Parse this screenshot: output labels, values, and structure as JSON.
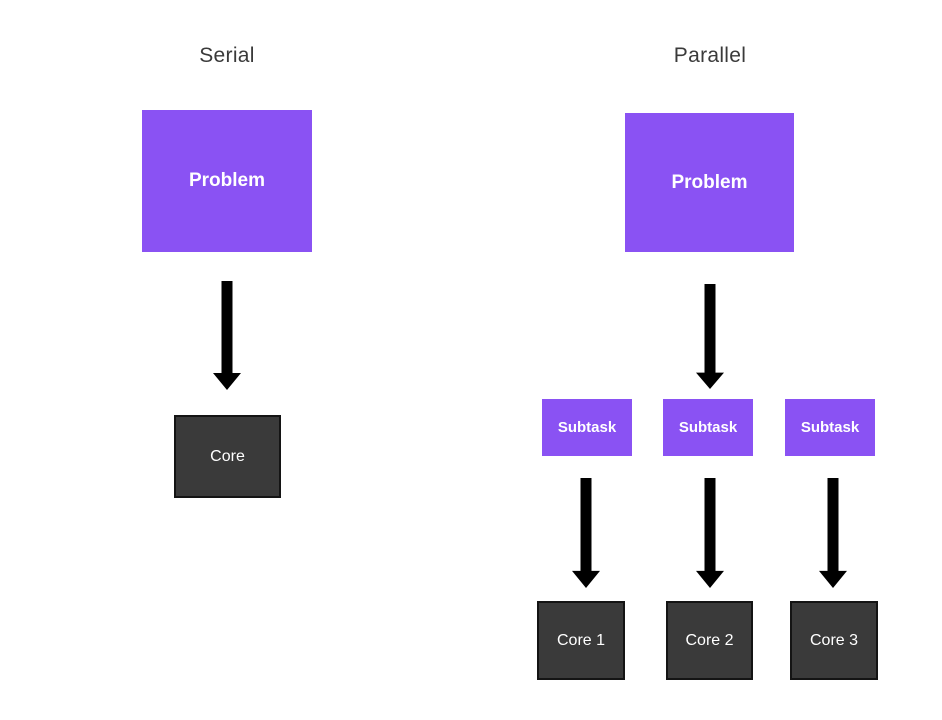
{
  "diagram": {
    "colors": {
      "problem_fill": "#8a52f3",
      "core_fill": "#3a3a3a",
      "core_border": "#141414",
      "arrow_color": "#000000",
      "title_text": "#3a3a3a",
      "box_text": "#ffffff",
      "canvas_bg": "#ffffff"
    },
    "serial": {
      "title": "Serial",
      "problem_label": "Problem",
      "core_label": "Core"
    },
    "parallel": {
      "title": "Parallel",
      "problem_label": "Problem",
      "subtasks": [
        "Subtask",
        "Subtask",
        "Subtask"
      ],
      "cores": [
        "Core 1",
        "Core 2",
        "Core 3"
      ]
    }
  }
}
